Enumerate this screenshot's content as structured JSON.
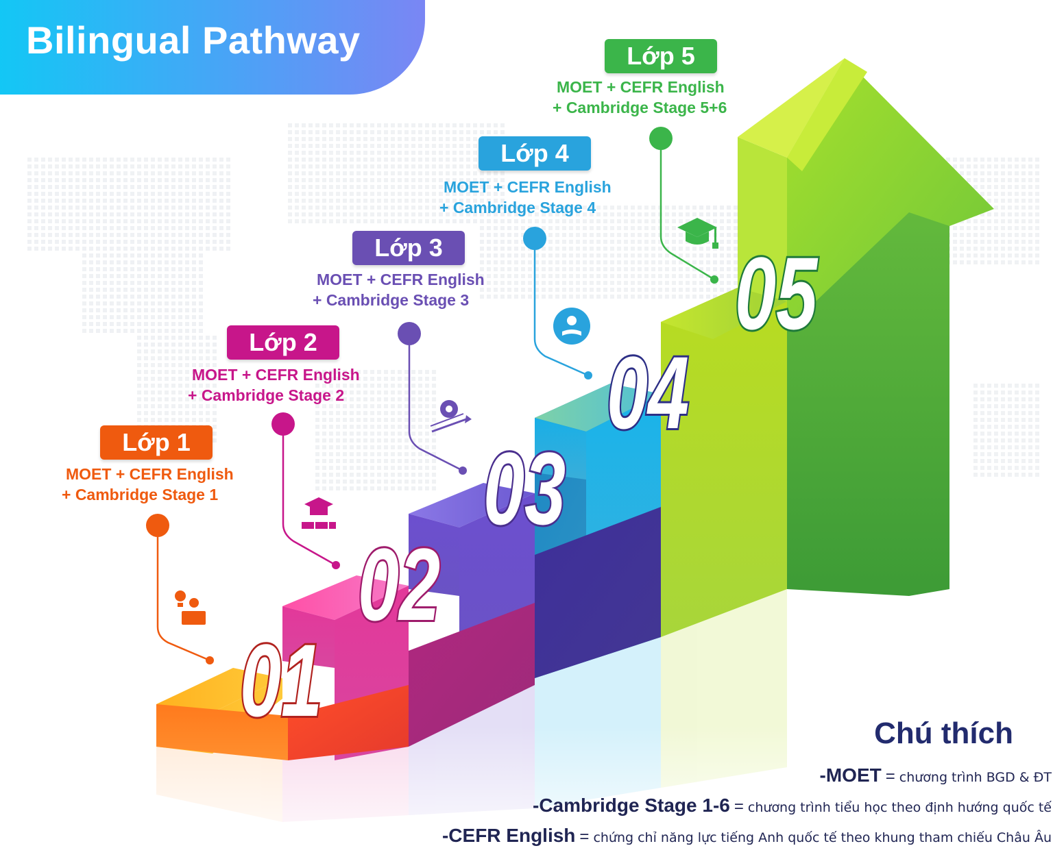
{
  "header": {
    "title": "Bilingual Pathway"
  },
  "steps": [
    {
      "number": "01",
      "badge": "Lớp 1",
      "line1": "MOET + CEFR English",
      "line2": "+ Cambridge Stage 1",
      "color": "#ef5a0f",
      "icon": "student-reading-icon"
    },
    {
      "number": "02",
      "badge": "Lớp 2",
      "line1": "MOET + CEFR English",
      "line2": "+ Cambridge Stage 2",
      "color": "#c7168a",
      "icon": "graduation-books-icon"
    },
    {
      "number": "03",
      "badge": "Lớp 3",
      "line1": "MOET + CEFR English",
      "line2": "+ Cambridge Stage 3",
      "color": "#6a4fb3",
      "icon": "brain-growth-icon"
    },
    {
      "number": "04",
      "badge": "Lớp 4",
      "line1": "MOET + CEFR English",
      "line2": "+ Cambridge Stage 4",
      "color": "#29a3dd",
      "icon": "book-idea-icon"
    },
    {
      "number": "05",
      "badge": "Lớp 5",
      "line1": "MOET + CEFR English",
      "line2": "+ Cambridge Stage 5+6",
      "color": "#3bb54a",
      "icon": "graduation-cap-icon"
    }
  ],
  "legend": {
    "title": "Chú thích",
    "items": [
      {
        "key": "-MOET",
        "value": "chương trình BGD & ĐT"
      },
      {
        "key": "-Cambridge Stage 1-6",
        "value": "chương trình tiểu học theo định hướng quốc tế"
      },
      {
        "key": "-CEFR English",
        "value": "chứng chỉ năng lực tiếng Anh quốc tế theo khung tham chiếu Châu Âu"
      }
    ]
  }
}
